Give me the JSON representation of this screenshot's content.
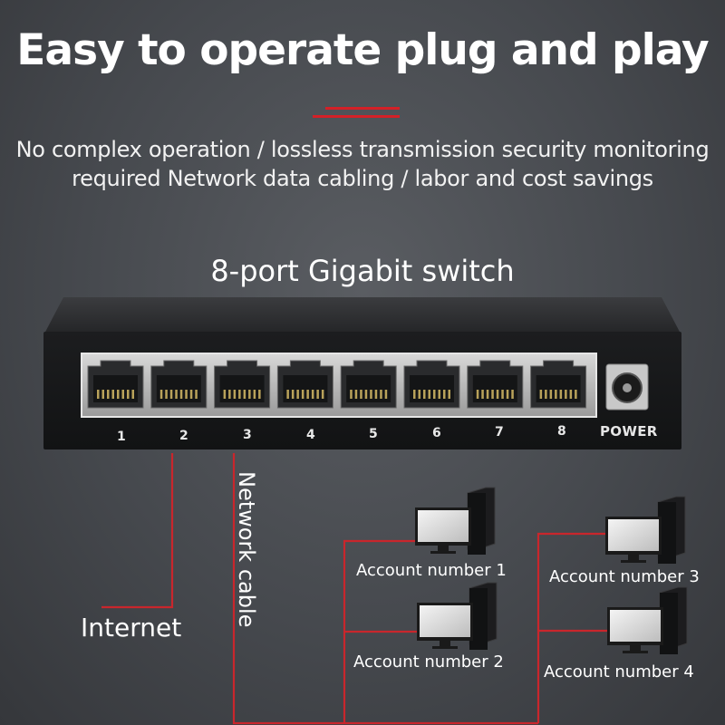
{
  "headline": "Easy to operate plug and play",
  "subtitle": {
    "line1": "No complex operation / lossless transmission security monitoring",
    "line2": "required Network data cabling / labor and cost savings"
  },
  "product_title": "8-port Gigabit switch",
  "switch": {
    "ports": [
      "1",
      "2",
      "3",
      "4",
      "5",
      "6",
      "7",
      "8"
    ],
    "power_label": "POWER"
  },
  "labels": {
    "internet": "Internet",
    "network_cable": "Network cable",
    "account_1": "Account number 1",
    "account_2": "Account number 2",
    "account_3": "Account number 3",
    "account_4": "Account number 4"
  },
  "colors": {
    "accent": "#d42027",
    "cable": "#c9262c",
    "background": "#46494e"
  }
}
